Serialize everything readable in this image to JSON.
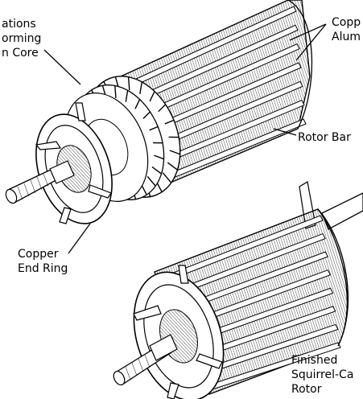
{
  "labels": {
    "laminations": [
      "ations",
      "orming",
      "n Core"
    ],
    "copper_aluminum": [
      "Copp",
      "Alum"
    ],
    "rotor_bars": "Rotor Bar",
    "end_ring": [
      "Copper",
      "End Ring"
    ],
    "finished": [
      "Finished",
      "Squirrel-Ca",
      "Rotor"
    ]
  }
}
